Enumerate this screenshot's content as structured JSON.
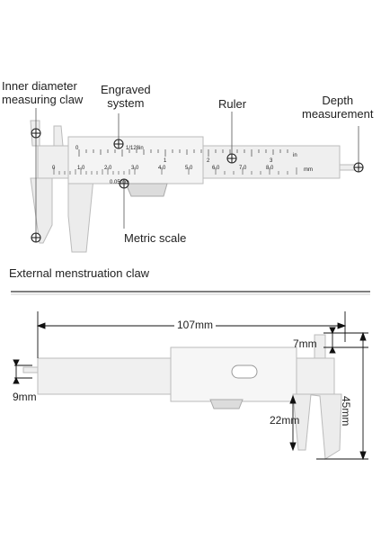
{
  "labels": {
    "inner_diameter": "Inner diameter\nmeasuring claw",
    "engraved": "Engraved\nsystem",
    "ruler": "Ruler",
    "depth": "Depth\nmeasurement",
    "metric": "Metric scale",
    "external": "External menstruation claw"
  },
  "scale": {
    "inch_marks": [
      "0",
      "1",
      "2",
      "3"
    ],
    "inch_unit": "in",
    "fraction": "1/128in",
    "mm_marks": [
      "0",
      "1,0",
      "2,0",
      "3,0",
      "4,0",
      "5,0",
      "6,0",
      "7,0",
      "8,0"
    ],
    "mm_unit": "mm",
    "vernier": "0.05mm"
  },
  "dimensions": {
    "length": "107mm",
    "height": "45mm",
    "depth_rod": "9mm",
    "upper_jaw": "7mm",
    "lower_jaw": "22mm"
  }
}
